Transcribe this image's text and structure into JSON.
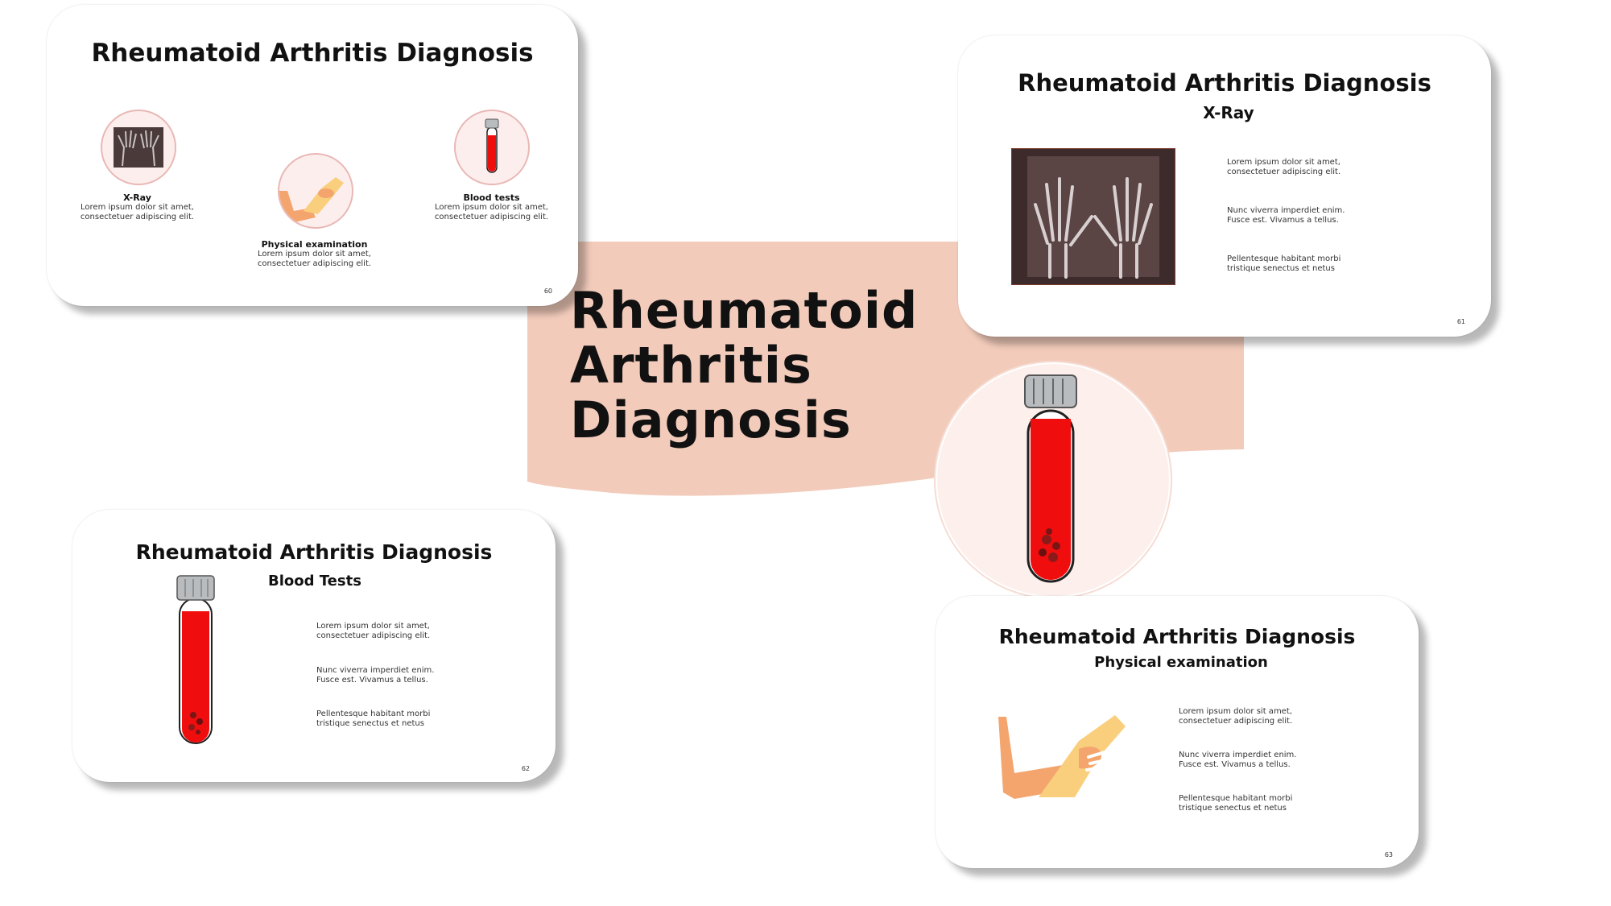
{
  "main_title": [
    "Rheumatoid",
    "Arthritis",
    "Diagnosis"
  ],
  "colors": {
    "banner": "#f2cbbb",
    "blood": "#f00d0d",
    "cap": "#b9bcbf",
    "skin": "#f4a56e",
    "skin_light": "#f9cf7e"
  },
  "card60": {
    "title": "Rheumatoid Arthritis Diagnosis",
    "xray_label": "X-Ray",
    "xray_text": "Lorem ipsum dolor sit amet, consectetuer adipiscing elit.",
    "blood_label": "Blood tests",
    "blood_text": "Lorem ipsum dolor sit amet, consectetuer adipiscing elit.",
    "exam_label": "Physical examination",
    "exam_text": "Lorem ipsum dolor sit amet, consectetuer adipiscing elit.",
    "page": "60"
  },
  "card61": {
    "title": "Rheumatoid Arthritis Diagnosis",
    "subtitle": "X-Ray",
    "points": [
      "Lorem ipsum dolor sit amet, consectetuer adipiscing elit.",
      "Nunc viverra imperdiet enim. Fusce est. Vivamus a tellus.",
      "Pellentesque habitant morbi tristique senectus et netus"
    ],
    "page": "61"
  },
  "card62": {
    "title": "Rheumatoid Arthritis Diagnosis",
    "subtitle": "Blood Tests",
    "points": [
      "Lorem ipsum dolor sit amet, consectetuer adipiscing elit.",
      "Nunc viverra imperdiet enim. Fusce est. Vivamus a tellus.",
      "Pellentesque habitant morbi tristique senectus et netus"
    ],
    "page": "62"
  },
  "card63": {
    "title": "Rheumatoid Arthritis Diagnosis",
    "subtitle": "Physical examination",
    "points": [
      "Lorem ipsum dolor sit amet, consectetuer adipiscing elit.",
      "Nunc viverra imperdiet enim. Fusce est. Vivamus a tellus.",
      "Pellentesque habitant morbi tristique senectus et netus"
    ],
    "page": "63"
  }
}
